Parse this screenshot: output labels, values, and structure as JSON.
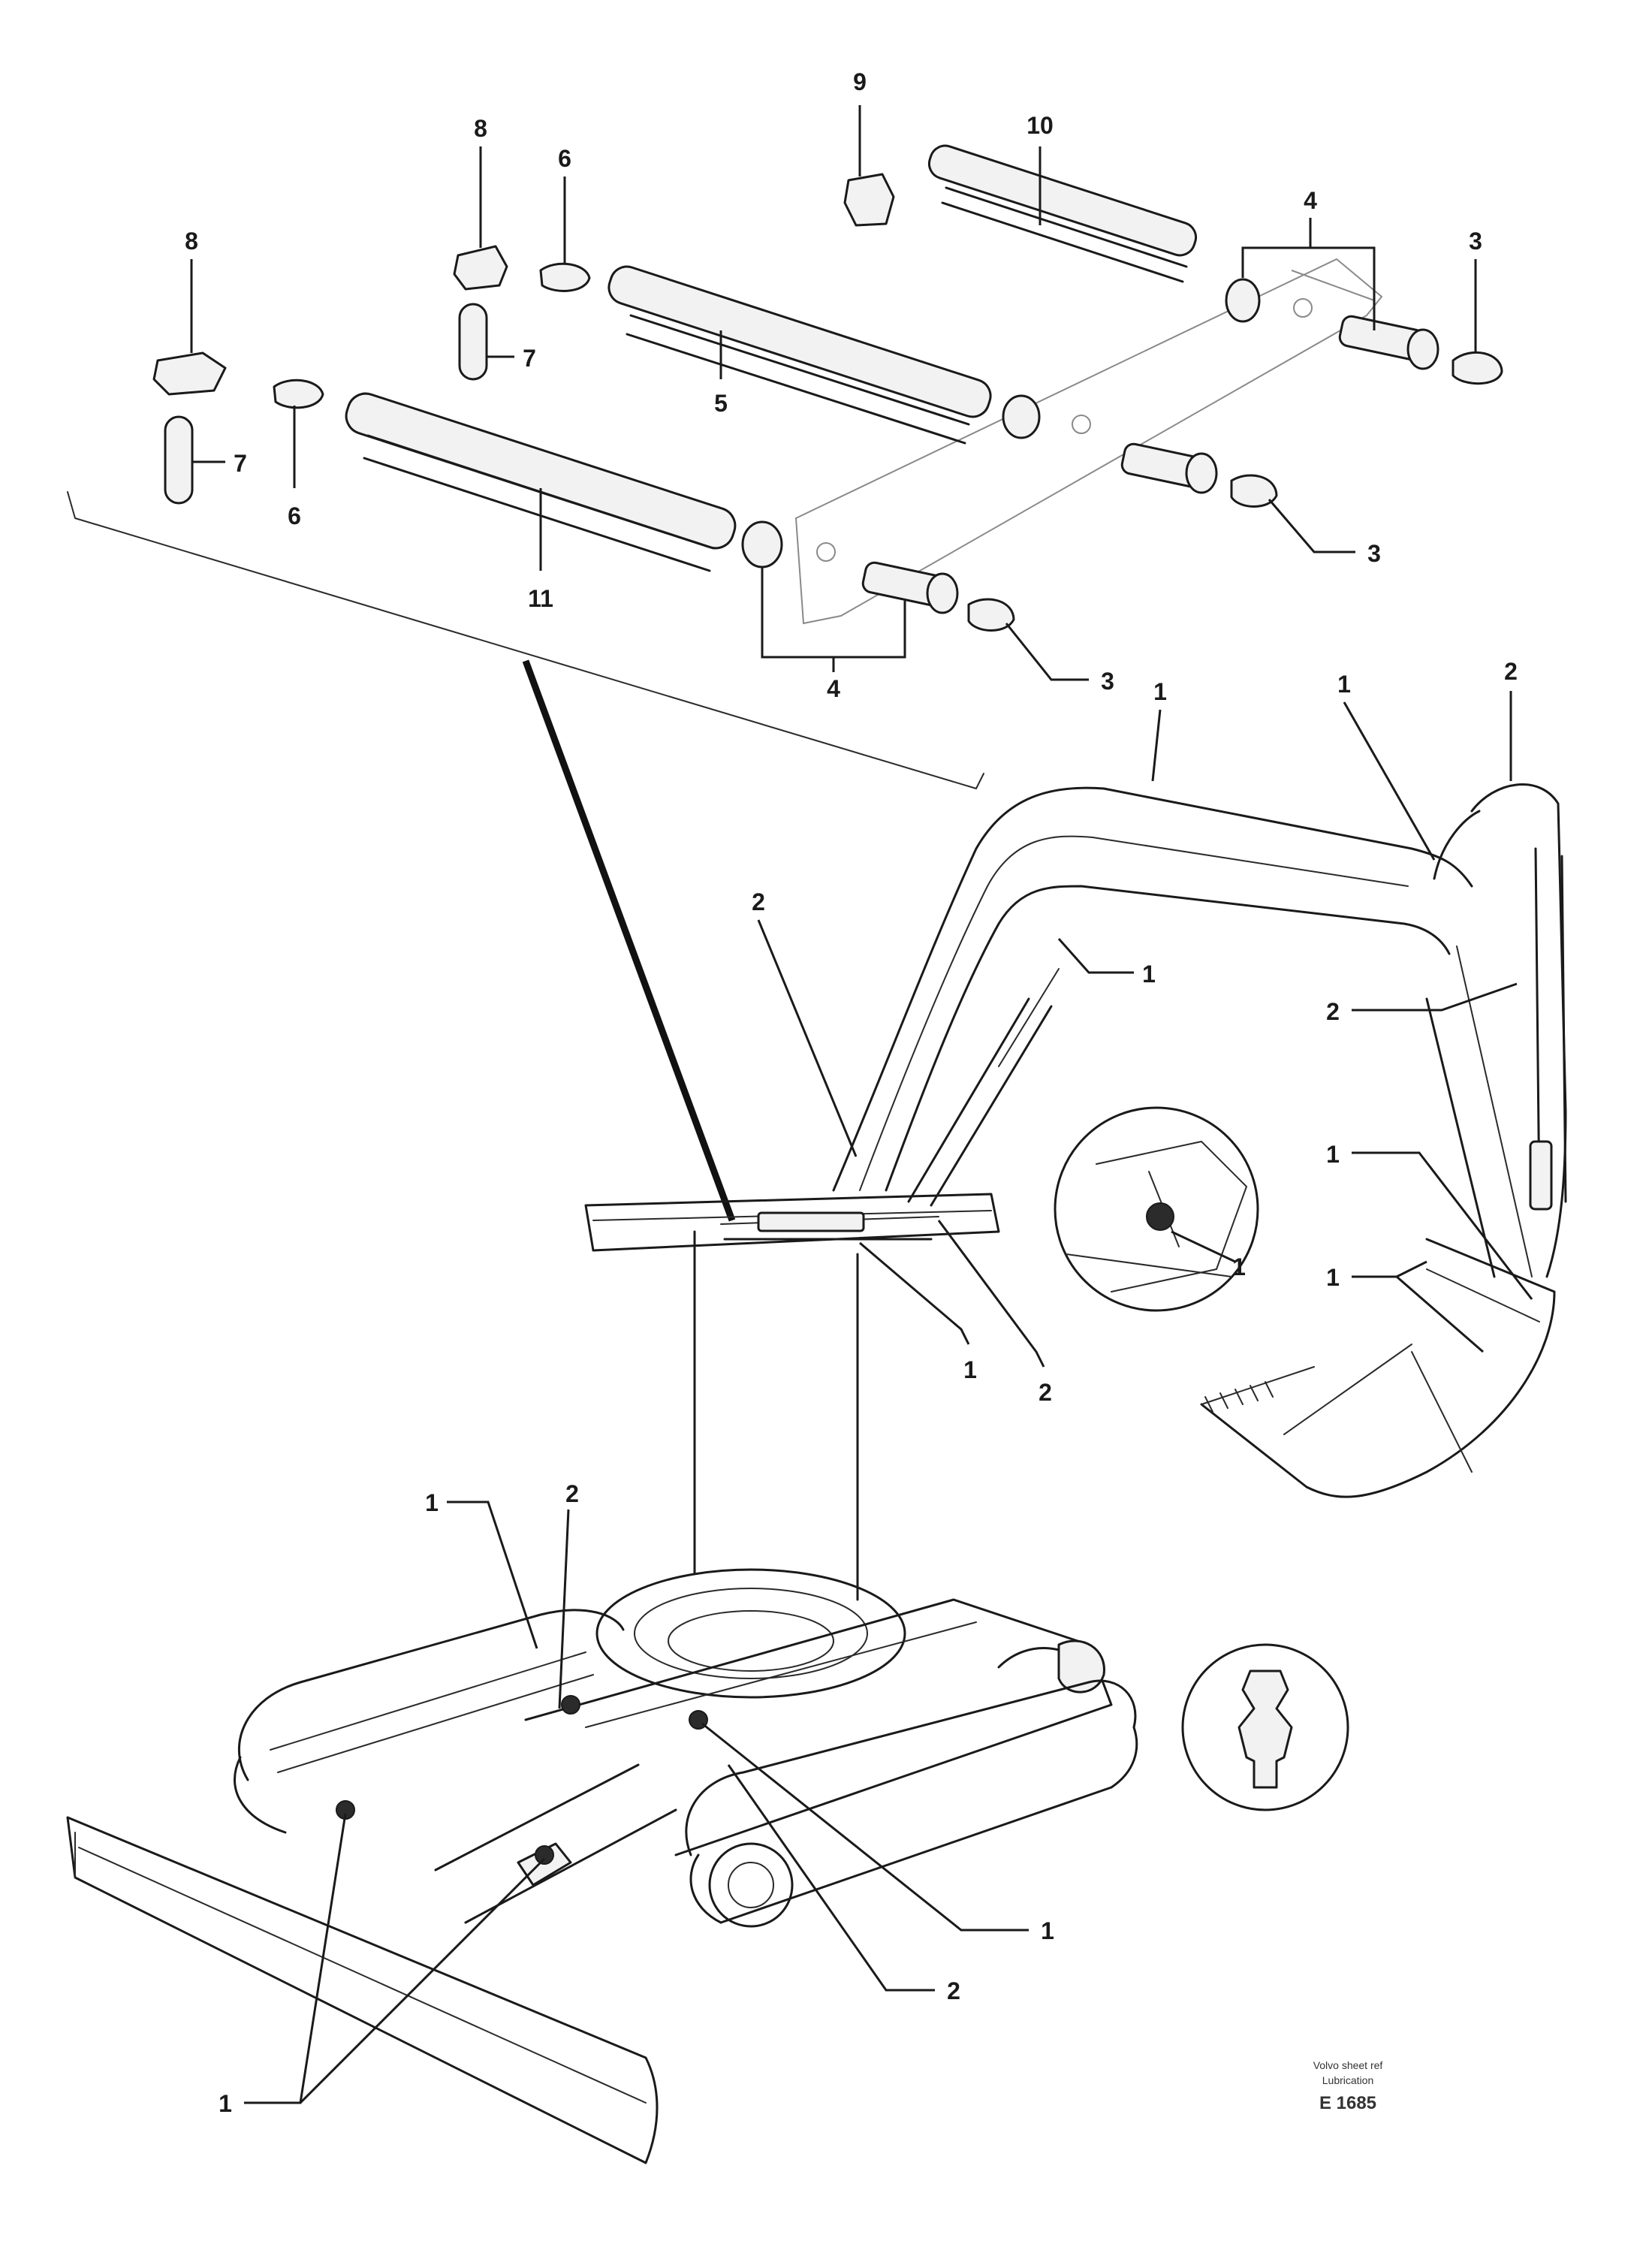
{
  "callouts": [
    {
      "id": "c9",
      "text": "9"
    },
    {
      "id": "c10",
      "text": "10"
    },
    {
      "id": "c4a",
      "text": "4"
    },
    {
      "id": "c3a",
      "text": "3"
    },
    {
      "id": "c8a",
      "text": "8"
    },
    {
      "id": "c6a",
      "text": "6"
    },
    {
      "id": "c7a",
      "text": "7"
    },
    {
      "id": "c5",
      "text": "5"
    },
    {
      "id": "c8b",
      "text": "8"
    },
    {
      "id": "c7b",
      "text": "7"
    },
    {
      "id": "c6b",
      "text": "6"
    },
    {
      "id": "c11",
      "text": "11"
    },
    {
      "id": "c3b",
      "text": "3"
    },
    {
      "id": "c3c",
      "text": "3"
    },
    {
      "id": "c4b",
      "text": "4"
    },
    {
      "id": "c2a",
      "text": "2"
    },
    {
      "id": "c1a",
      "text": "1"
    },
    {
      "id": "c1b",
      "text": "1"
    },
    {
      "id": "c1c",
      "text": "1"
    },
    {
      "id": "c2b",
      "text": "2"
    },
    {
      "id": "c2c",
      "text": "2"
    },
    {
      "id": "c1d",
      "text": "1"
    },
    {
      "id": "c1e",
      "text": "1"
    },
    {
      "id": "c1f",
      "text": "1"
    },
    {
      "id": "c1g",
      "text": "1"
    },
    {
      "id": "c2d",
      "text": "2"
    },
    {
      "id": "c1h",
      "text": "1"
    },
    {
      "id": "c2e",
      "text": "2"
    },
    {
      "id": "c1i",
      "text": "1"
    },
    {
      "id": "c2f",
      "text": "2"
    },
    {
      "id": "c1j",
      "text": "1"
    }
  ],
  "drawing_ref": {
    "line1": "Volvo sheet ref",
    "line2": "Lubrication",
    "code": "E 1685"
  }
}
